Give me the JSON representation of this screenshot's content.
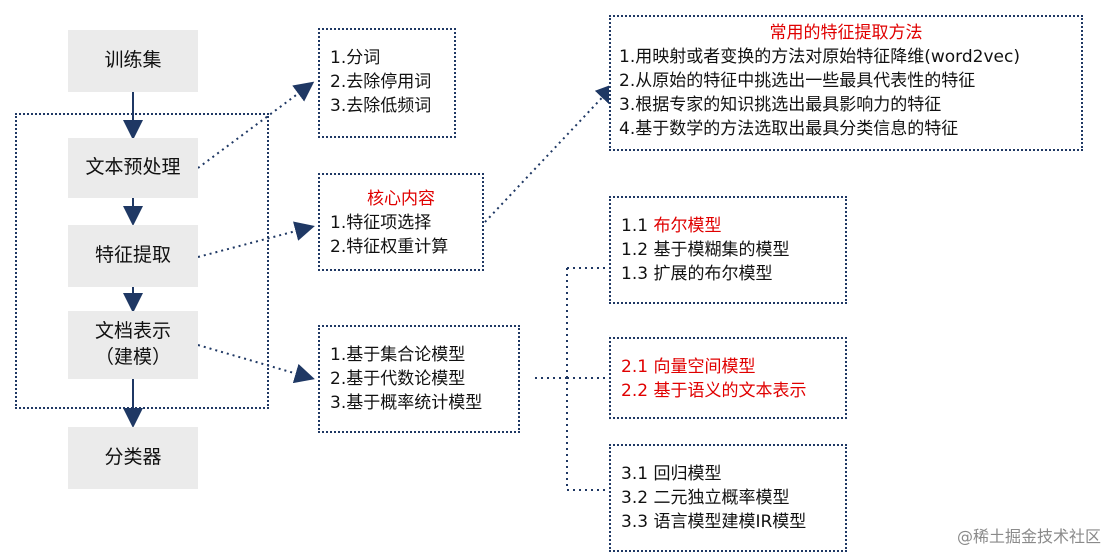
{
  "pipeline": {
    "train": "训练集",
    "preprocess": "文本预处理",
    "feature": "特征提取",
    "represent_line1": "文档表示",
    "represent_line2": "（建模）",
    "classifier": "分类器"
  },
  "preprocess_box": {
    "items": [
      "1.分词",
      "2.去除停用词",
      "3.去除低频词"
    ]
  },
  "methods_box": {
    "title": "常用的特征提取方法",
    "items": [
      "1.用映射或者变换的方法对原始特征降维(word2vec)",
      "2.从原始的特征中挑选出一些最具代表性的特征",
      "3.根据专家的知识挑选出最具影响力的特征",
      "4.基于数学的方法选取出最具分类信息的特征"
    ]
  },
  "core_box": {
    "title": "核心内容",
    "items": [
      "1.特征项选择",
      "2.特征权重计算"
    ]
  },
  "model_box": {
    "items": [
      "1.基于集合论模型",
      "2.基于代数论模型",
      "3.基于概率统计模型"
    ]
  },
  "set_models": {
    "items": [
      {
        "num": "1.1",
        "text": "布尔模型"
      },
      {
        "num": "1.2",
        "text": "基于模糊集的模型"
      },
      {
        "num": "1.3",
        "text": "扩展的布尔模型"
      }
    ]
  },
  "algebra_models": {
    "items": [
      {
        "num": "2.1",
        "text": "向量空间模型"
      },
      {
        "num": "2.2",
        "text": "基于语义的文本表示"
      }
    ]
  },
  "prob_models": {
    "items": [
      {
        "num": "3.1",
        "text": "回归模型"
      },
      {
        "num": "3.2",
        "text": "二元独立概率模型"
      },
      {
        "num": "3.3",
        "text": "语言模型建模IR模型"
      }
    ]
  },
  "watermark": "@稀土掘金技术社区",
  "colors": {
    "border": "#1f3864",
    "highlight": "#e00000",
    "node_fill": "#ebebeb"
  }
}
